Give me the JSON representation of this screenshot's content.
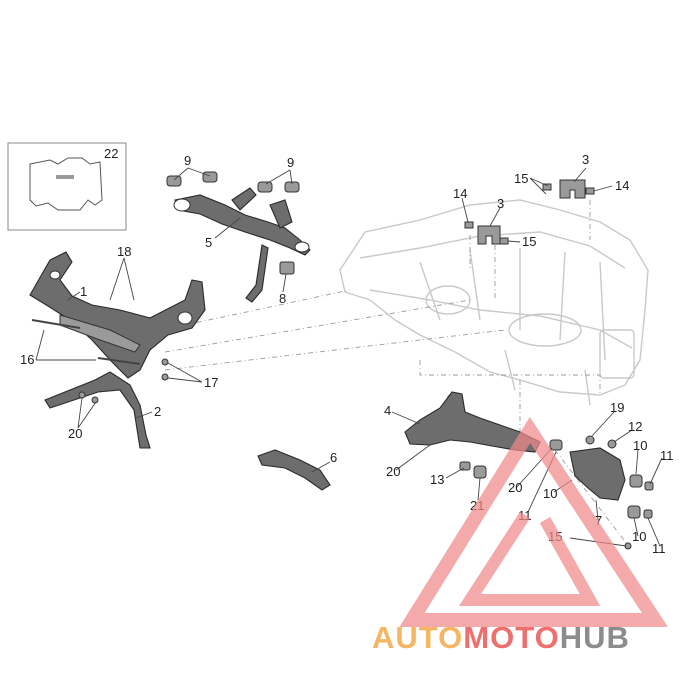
{
  "callouts": [
    "22",
    "9",
    "9",
    "5",
    "8",
    "3",
    "15",
    "14",
    "14",
    "3",
    "15",
    "18",
    "1",
    "16",
    "17",
    "2",
    "20",
    "6",
    "4",
    "20",
    "19",
    "12",
    "10",
    "11",
    "13",
    "21",
    "20",
    "11",
    "10",
    "7",
    "15",
    "10",
    "11"
  ],
  "brand": {
    "part1": "AUTO",
    "part2": "MOTO",
    "part3": "HUB",
    "color1": "#f5b563",
    "color2": "#ef6f6f",
    "color3": "#8c8c8c",
    "triangle_color": "#f08a8a"
  }
}
